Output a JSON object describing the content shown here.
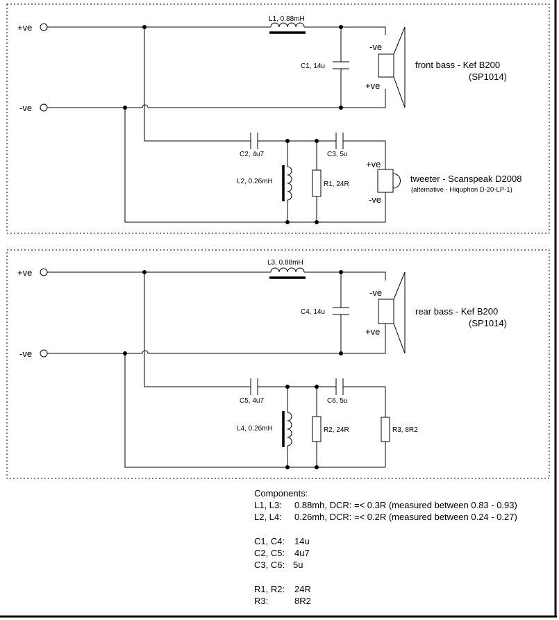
{
  "front": {
    "pos_terminal": "+ve",
    "neg_terminal": "-ve",
    "L1": "L1, 0.88mH",
    "C1": "C1, 14u",
    "C2": "C2, 4u7",
    "C3": "C3, 5u",
    "L2": "L2, 0.26mH",
    "R1": "R1, 24R",
    "bass_pol_neg": "-ve",
    "bass_pol_pos": "+ve",
    "tw_pol_pos": "+ve",
    "tw_pol_neg": "-ve",
    "bass_name": "front bass - Kef B200",
    "bass_model": "(SP1014)",
    "tweeter_name": "tweeter - Scanspeak D2008",
    "tweeter_alt": "(alternative - Hiquphon D-20-LP-1)"
  },
  "rear": {
    "pos_terminal": "+ve",
    "neg_terminal": "-ve",
    "L3": "L3, 0.88mH",
    "C4": "C4, 14u",
    "C5": "C5, 4u7",
    "C6": "C6, 5u",
    "L4": "L4, 0.26mH",
    "R2": "R2, 24R",
    "R3": "R3, 8R2",
    "bass_pol_neg": "-ve",
    "bass_pol_pos": "+ve",
    "bass_name": "rear bass - Kef B200",
    "bass_model": "(SP1014)"
  },
  "components": {
    "title": "Components:",
    "rows": [
      {
        "key": "L1, L3:",
        "value": "0.88mh, DCR: =< 0.3R (measured between 0.83 - 0.93)"
      },
      {
        "key": "L2, L4:",
        "value": "0.26mh, DCR: =< 0.2R (measured between 0.24 - 0.27)"
      },
      {
        "key": "C1, C4:",
        "value": "14u"
      },
      {
        "key": "C2, C5:",
        "value": "4u7"
      },
      {
        "key": "C3, C6:",
        "value": "5u"
      },
      {
        "key": "R1, R2:",
        "value": "24R"
      },
      {
        "key": "R3:",
        "value": "8R2"
      }
    ]
  }
}
